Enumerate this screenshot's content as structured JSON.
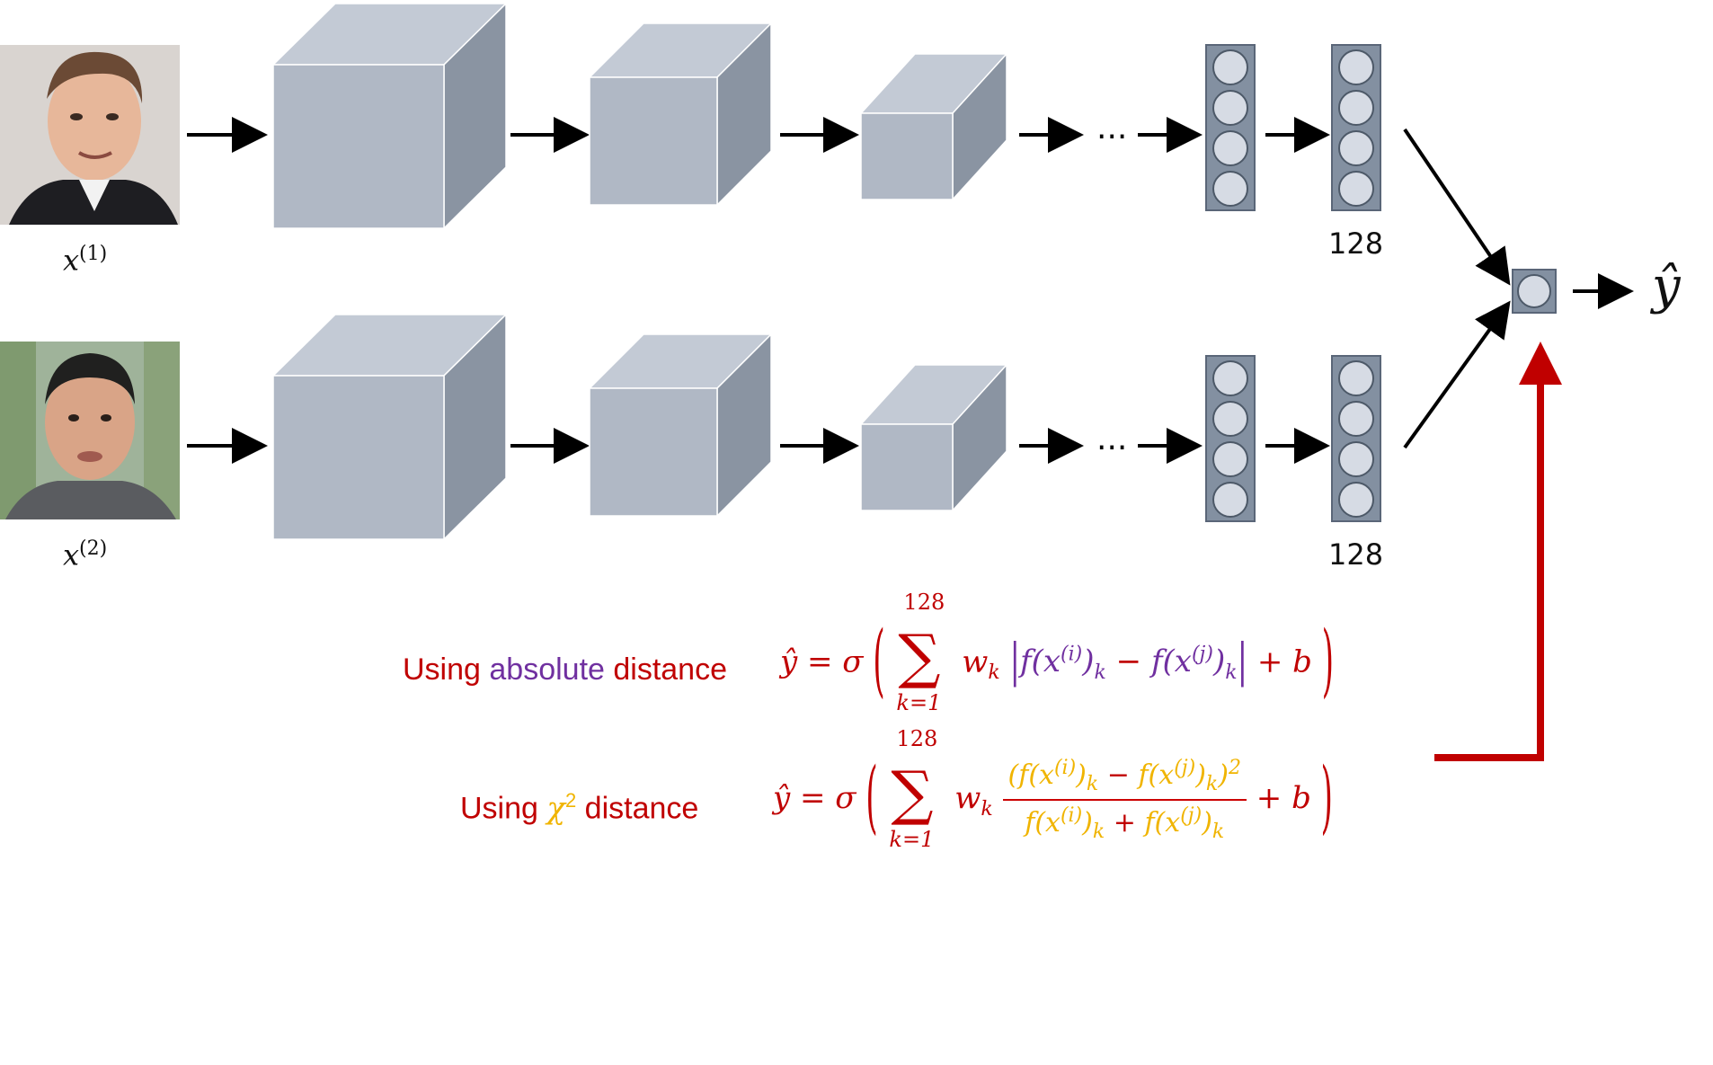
{
  "inputs": [
    {
      "label": "x",
      "sup": "(1)"
    },
    {
      "label": "x",
      "sup": "(2)"
    }
  ],
  "ellipsis": "...",
  "embedding_size": "128",
  "output_label": "ŷ",
  "colors": {
    "block_front": "#b0b8c5",
    "block_top": "#c3cad5",
    "block_side": "#8a94a2",
    "neuron_fill": "#d6dbe4",
    "column_fill": "#8390a1",
    "arrow": "#000000",
    "red": "#c00000",
    "purple": "#7030a0",
    "gold": "#f0b400"
  },
  "formula_abs": {
    "label_prefix": "Using ",
    "label_highlight": "absolute",
    "label_suffix": " distance",
    "lhs": "ŷ = σ",
    "sum_upper": "128",
    "sum_lower": "k=1",
    "weight": "w",
    "weight_sub": "k",
    "term_a": "f(x",
    "term_a_sup": "(i)",
    "term_b": "f(x",
    "term_b_sup": "(j)",
    "term_sub": "k",
    "minus": "−",
    "plus_b": "+ b"
  },
  "formula_chi": {
    "label_prefix": "Using ",
    "label_highlight": "χ",
    "label_highlight_sup": "2",
    "label_suffix": " distance",
    "lhs": "ŷ = σ",
    "sum_upper": "128",
    "sum_lower": "k=1",
    "weight": "w",
    "weight_sub": "k",
    "num_exp": "2",
    "term_a": "f(x",
    "term_a_sup": "(i)",
    "term_b": "f(x",
    "term_b_sup": "(j)",
    "term_sub": "k",
    "minus": "−",
    "plus": "+",
    "plus_b": "+ b"
  }
}
